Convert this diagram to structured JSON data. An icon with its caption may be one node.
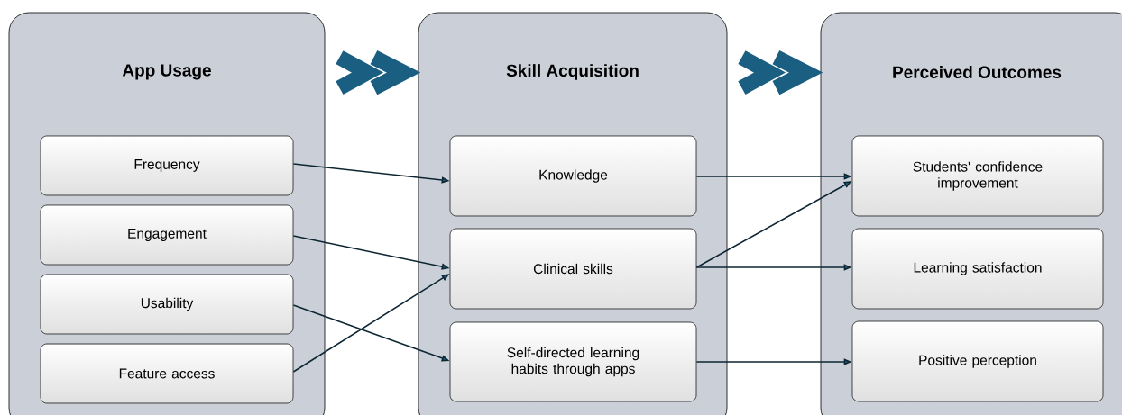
{
  "diagram": {
    "nodes": [
      {
        "text": [
          "App Usage"
        ]
      },
      {
        "text": [
          "Frequency"
        ],
        "in": 0
      },
      {
        "text": [
          "Engagement"
        ],
        "in": 0
      },
      {
        "text": [
          "Usability"
        ],
        "in": 0
      },
      {
        "text": [
          "Feature access"
        ],
        "in": 0
      },
      {
        "text": [
          "Skill Acquisition"
        ]
      },
      {
        "text": [
          "Knowledge"
        ],
        "in": 5
      },
      {
        "text": [
          "Clinical skills"
        ],
        "in": 5
      },
      {
        "text": [
          "Self-directed learning habits through apps"
        ],
        "in": 5
      },
      {
        "text": [
          "Perceived Outcomes"
        ]
      },
      {
        "text": [
          "Students' confidence improvement"
        ],
        "in": 9
      },
      {
        "text": [
          "Learning satisfaction"
        ],
        "in": 9
      },
      {
        "text": [
          "Positive perception"
        ],
        "in": 9
      }
    ],
    "edges": [
      {
        "from": 0,
        "to": 5,
        "arrow": "to",
        "style": "thick",
        "color": "#1a5e82"
      },
      {
        "from": 5,
        "to": 9,
        "arrow": "to",
        "style": "thick",
        "color": "#1a5e82"
      },
      {
        "from": 1,
        "to": 6,
        "arrow": "to"
      },
      {
        "from": 2,
        "to": 7,
        "arrow": "to"
      },
      {
        "from": 3,
        "to": 8,
        "arrow": "to"
      },
      {
        "from": 4,
        "to": 7,
        "arrow": "to"
      },
      {
        "from": 6,
        "to": 10,
        "arrow": "to"
      },
      {
        "from": 7,
        "to": 10,
        "arrow": "to"
      },
      {
        "from": 7,
        "to": 11,
        "arrow": "to"
      },
      {
        "from": 8,
        "to": 12,
        "arrow": "to"
      }
    ]
  }
}
